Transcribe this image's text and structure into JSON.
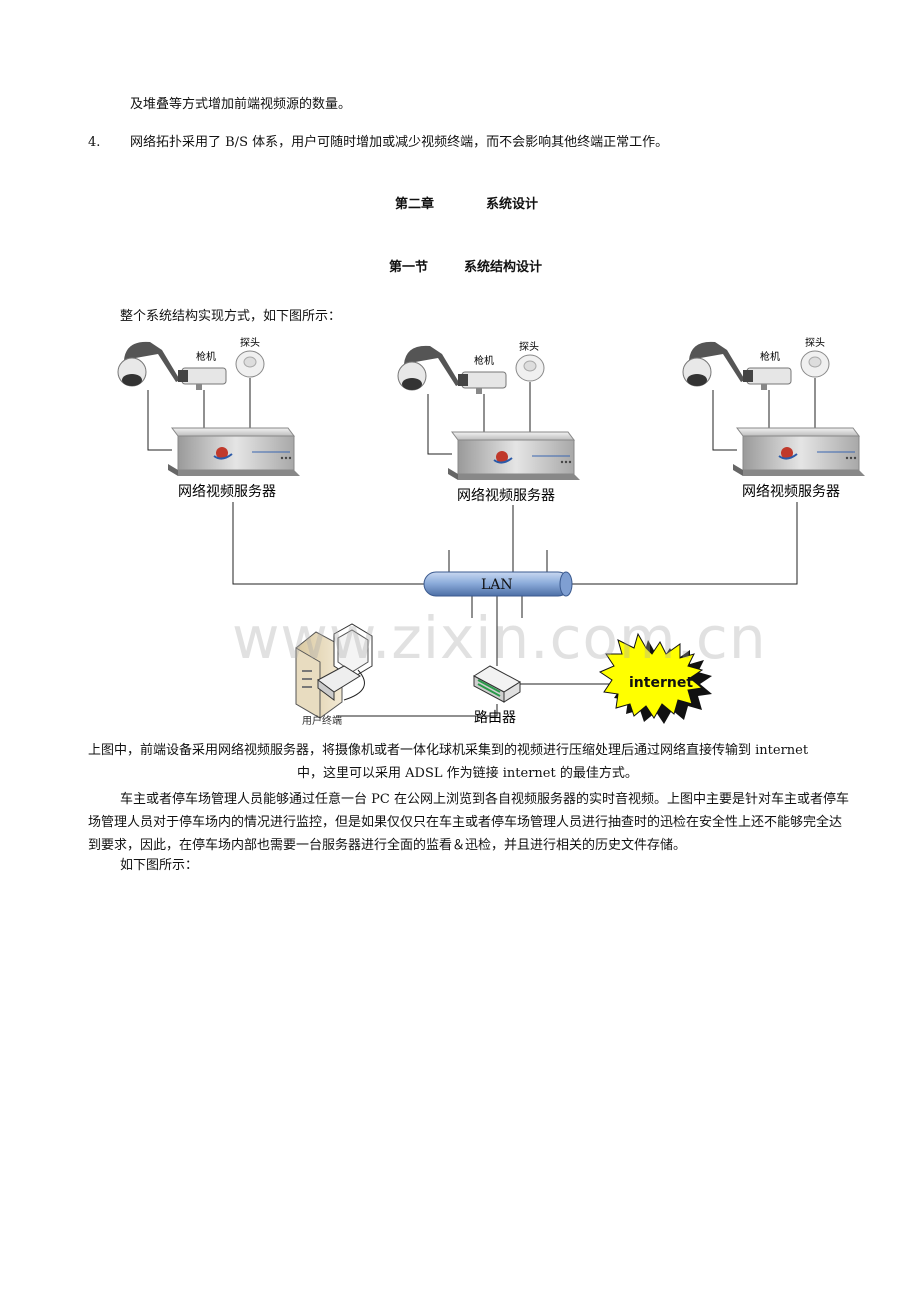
{
  "text": {
    "line_top": "及堆叠等方式增加前端视频源的数量。",
    "item4_number": "4.",
    "item4_text": "网络拓扑采用了 B/S 体系，用户可随时增加或减少视频终端，而不会影响其他终端正常工作。",
    "chapter_num": "第二章",
    "chapter_title": "系统设计",
    "section_num": "第一节",
    "section_title": "系统结构设计",
    "intro": "整个系统结构实现方式，如下图所示：",
    "caption_line1": "上图中，前端设备采用网络视频服务器，将摄像机或者一体化球机采集到的视频进行压缩处理后通过网络直接传输到 internet",
    "caption_line2": "中，这里可以采用 ADSL 作为链接 internet 的最佳方式。",
    "para2": "车主或者停车场管理人员能够通过任意一台 PC 在公网上浏览到各自视频服务器的实时音视频。上图中主要是针对车主或者停车场管理人员对于停车场内的情况进行监控，但是如果仅仅只在车主或者停车场管理人员进行抽查时的迅检在安全性上还不能够完全达到要求，因此，在停车场内部也需要一台服务器进行全面的监看＆迅检，并且进行相关的历史文件存储。",
    "para3": "如下图所示："
  },
  "diagram": {
    "gun_label": "枪机",
    "probe_label": "探头",
    "server_label": "网络视频服务器",
    "lan_label": "LAN",
    "router_label": "路由器",
    "user_label": "用户终端",
    "internet_label": "internet"
  },
  "watermark": "www.zixin.com.cn"
}
